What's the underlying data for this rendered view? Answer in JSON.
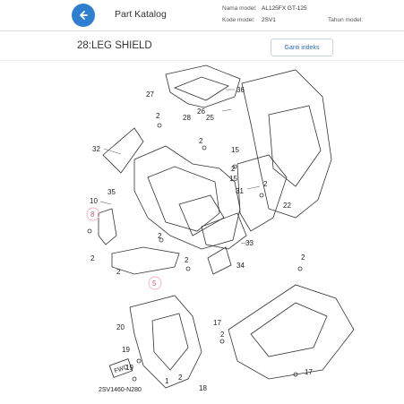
{
  "header": {
    "title": "Part Katalog",
    "nama_model_label": "Nama model:",
    "nama_model_value": "AL125FX GT-125",
    "kode_model_label": "Kode model:",
    "kode_model_value": "2SV1",
    "tahun_label": "Tahun model:"
  },
  "section": {
    "title": "28:LEG SHIELD",
    "index_button": "Ganti indeks"
  },
  "diagram": {
    "code": "2SV1460-N280",
    "fwd_label": "FWD",
    "callouts": [
      "27",
      "36",
      "28",
      "26",
      "25",
      "2",
      "32",
      "35",
      "10",
      "2",
      "8",
      "2",
      "15",
      "2",
      "15",
      "2",
      "2",
      "5",
      "34",
      "31",
      "33",
      "2",
      "22",
      "2",
      "2",
      "2",
      "20",
      "19",
      "19",
      "18",
      "17",
      "17",
      "1",
      "2"
    ],
    "highlighted": [
      "8",
      "5"
    ]
  },
  "colors": {
    "accent": "#2f7fd0",
    "highlight": "#d05a7a"
  }
}
